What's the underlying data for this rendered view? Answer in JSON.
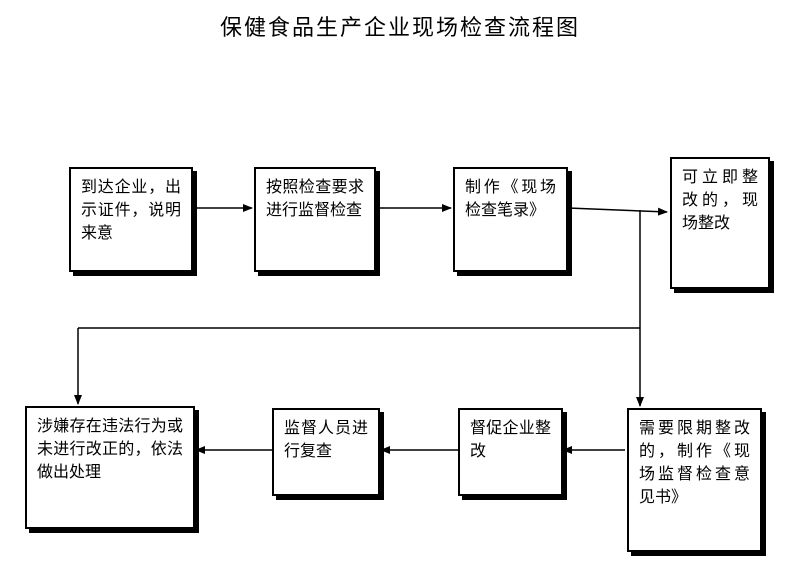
{
  "title": "保健食品生产企业现场检查流程图",
  "steps": [
    {
      "text": "到达企业，出示证件，说明来意"
    },
    {
      "text": "按照检查要求进行监督检查"
    },
    {
      "text": "制作《现场检查笔录》"
    },
    {
      "text": "可立即整改的，现场整改"
    },
    {
      "text": "需要限期整改的，制作《现场监督检查意见书》"
    },
    {
      "text": "督促企业整改"
    },
    {
      "text": "监督人员进行复查"
    },
    {
      "text": "涉嫌存在违法行为或未进行改正的，依法做出处理"
    }
  ]
}
